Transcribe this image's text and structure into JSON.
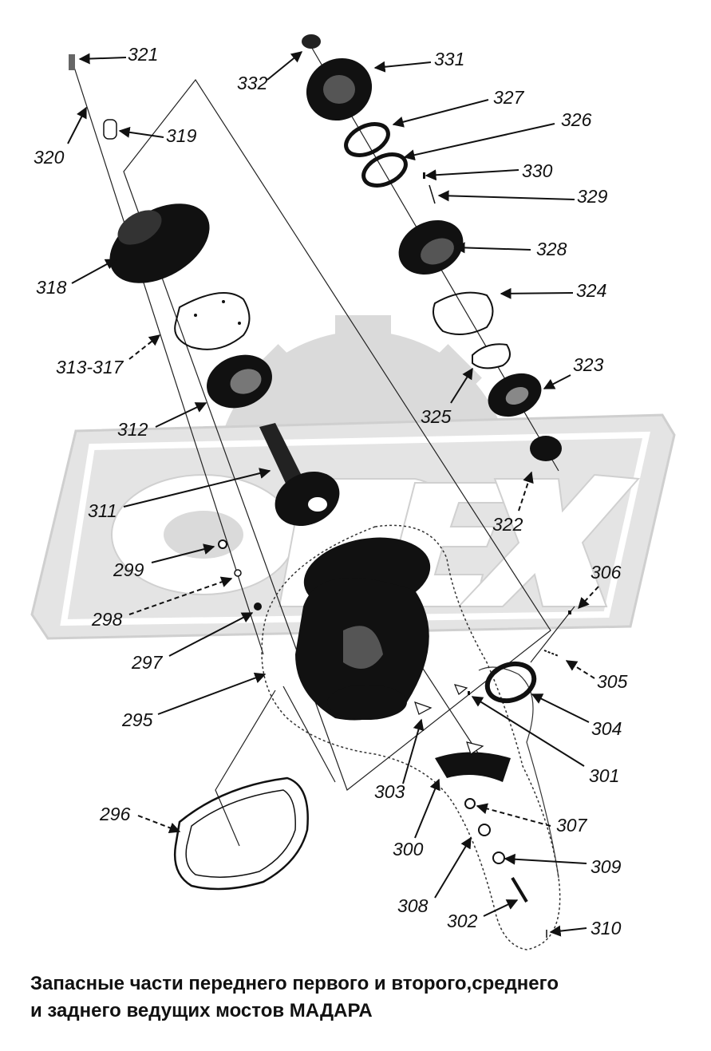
{
  "watermark": {
    "text": "OPEX",
    "icon": "gear-icon",
    "color": "#d8d8d8"
  },
  "labels": {
    "l321": "321",
    "l320": "320",
    "l319": "319",
    "l318": "318",
    "l313": "313-317",
    "l312": "312",
    "l311": "311",
    "l299": "299",
    "l298": "298",
    "l297": "297",
    "l295": "295",
    "l296": "296",
    "l332": "332",
    "l331": "331",
    "l327": "327",
    "l326": "326",
    "l330": "330",
    "l329": "329",
    "l328": "328",
    "l324": "324",
    "l323": "323",
    "l325": "325",
    "l322": "322",
    "l306": "306",
    "l305": "305",
    "l304": "304",
    "l301": "301",
    "l303": "303",
    "l300": "300",
    "l307": "307",
    "l309": "309",
    "l308": "308",
    "l302": "302",
    "l310": "310"
  },
  "caption": {
    "line1": "Запасные части переднего первого и второго,среднего",
    "line2": "и заднего ведущих мостов МАДАРА"
  }
}
